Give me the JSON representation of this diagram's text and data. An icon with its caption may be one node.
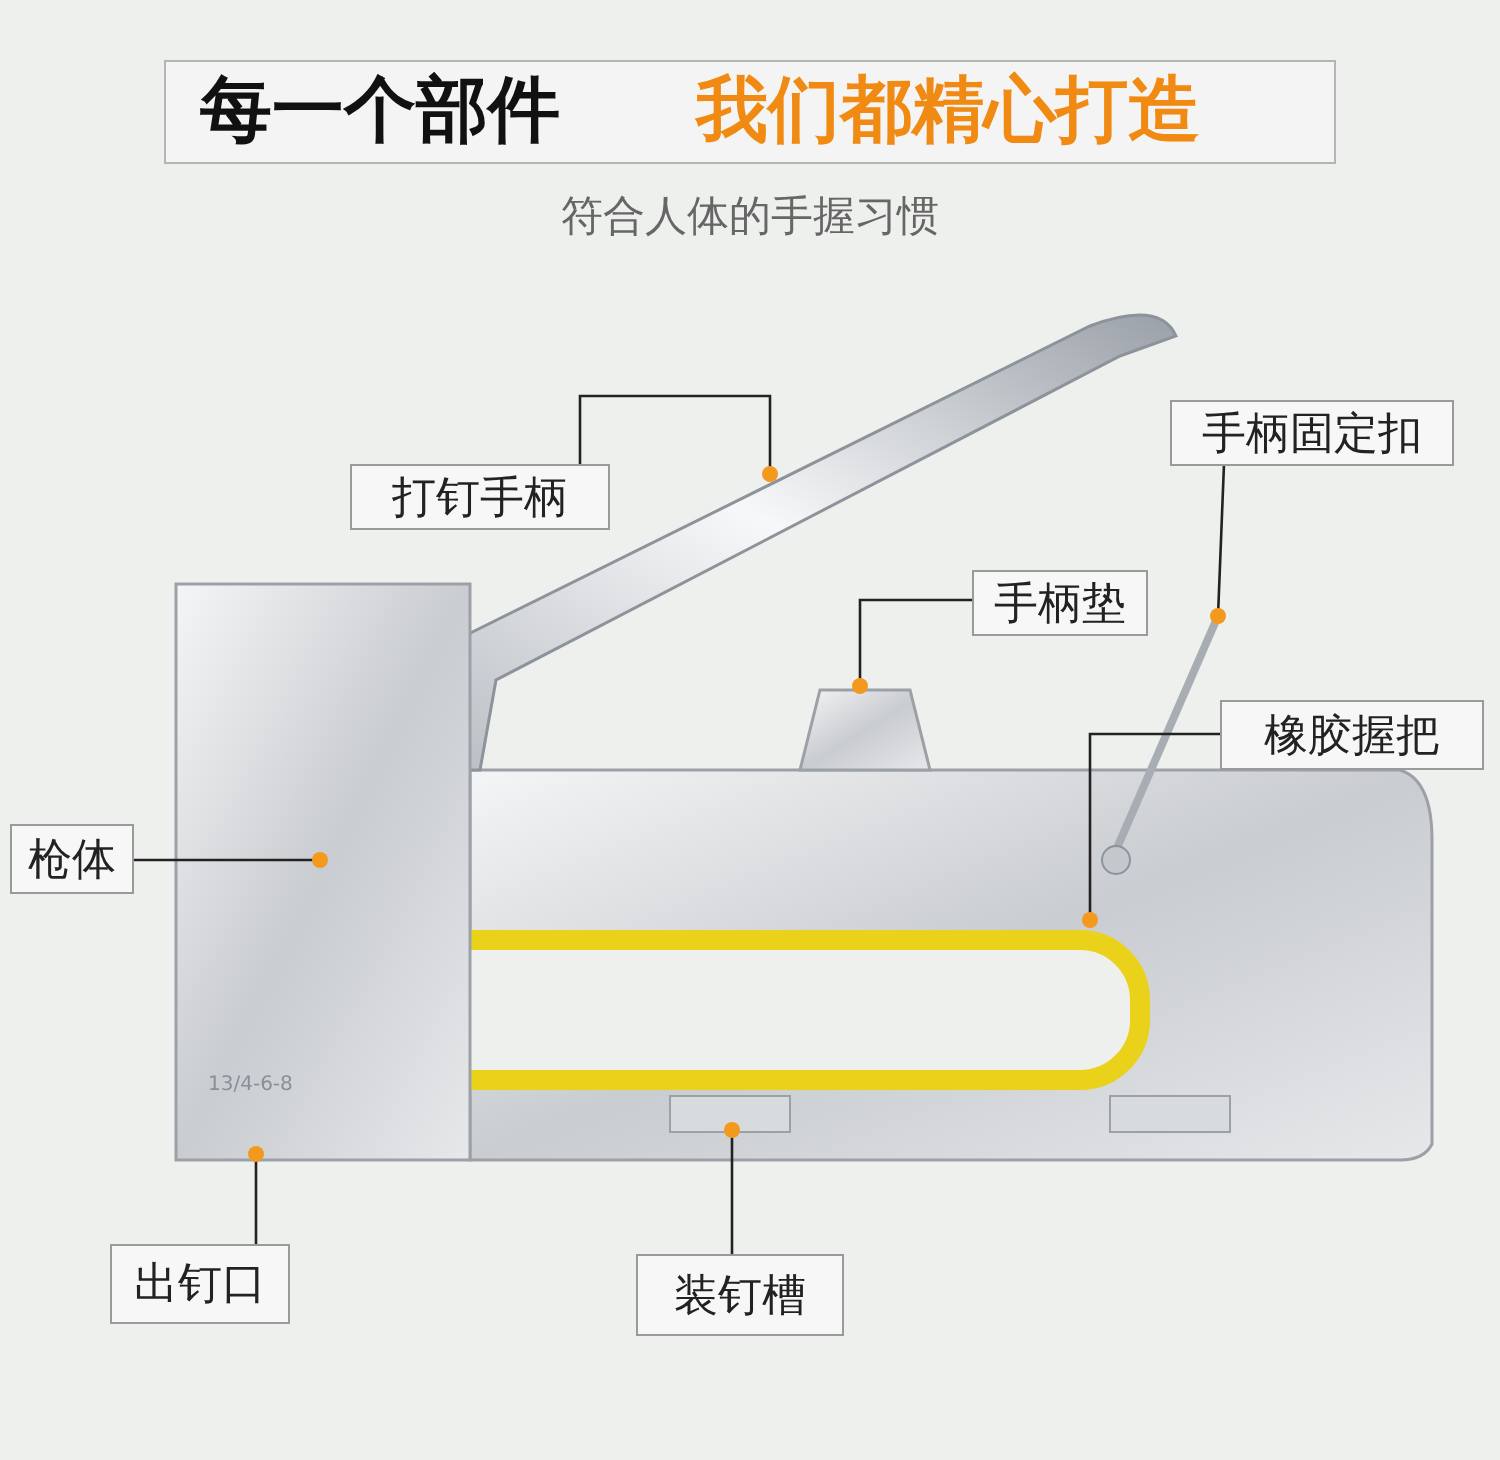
{
  "diagram": {
    "title": "每一个部件",
    "nodes": [
      {
        "text": [
          "打钉手柄"
        ]
      },
      {
        "text": [
          "手柄固定扣"
        ]
      },
      {
        "text": [
          "手柄垫"
        ]
      },
      {
        "text": [
          "橡胶握把"
        ]
      },
      {
        "text": [
          "枪体"
        ]
      },
      {
        "text": [
          "出钉口"
        ]
      },
      {
        "text": [
          "装钉槽"
        ]
      }
    ],
    "edges": [
      {
        "from": 0,
        "to": null,
        "arrow": "other"
      },
      {
        "from": 1,
        "to": null,
        "arrow": "other"
      },
      {
        "from": 2,
        "to": null,
        "arrow": "other"
      },
      {
        "from": 3,
        "to": null,
        "arrow": "other"
      },
      {
        "from": 4,
        "to": null,
        "arrow": "other"
      },
      {
        "from": 5,
        "to": null,
        "arrow": "other"
      },
      {
        "from": 6,
        "to": null,
        "arrow": "other"
      }
    ],
    "labels": [
      "我们都精心打造",
      "符合人体的手握习惯",
      "13/4-6-8"
    ]
  }
}
